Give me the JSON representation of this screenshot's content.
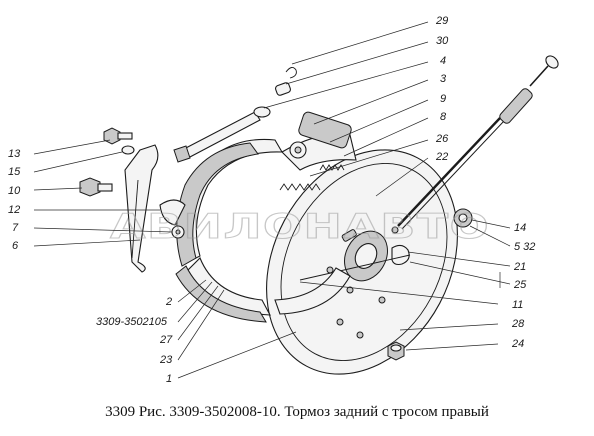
{
  "caption": "3309 Рис. 3309-3502008-10. Тормоз задний с тросом правый",
  "watermark": "АВИЛОНАВТО",
  "callouts": {
    "c29": "29",
    "c30": "30",
    "c4": "4",
    "c3": "3",
    "c9": "9",
    "c8": "8",
    "c26": "26",
    "c22": "22",
    "c14": "14",
    "c532": "5 32",
    "c21": "21",
    "c25": "25",
    "c11": "11",
    "c28": "28",
    "c24": "24",
    "c13": "13",
    "c15": "15",
    "c10": "10",
    "c12": "12",
    "c7": "7",
    "c6": "6",
    "c2": "2",
    "cassy": "3309-3502105",
    "c27": "27",
    "c23": "23",
    "c1": "1"
  }
}
